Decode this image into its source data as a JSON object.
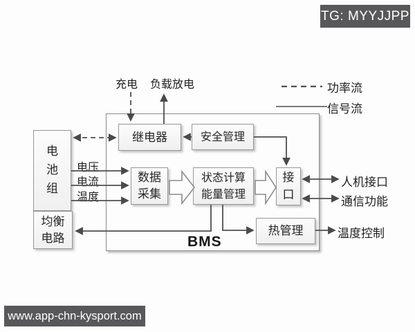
{
  "badge": {
    "text": "TG: MYYJJPP"
  },
  "watermark": {
    "url": "www.app-chn-kysport.com"
  },
  "diagram": {
    "title": "BMS",
    "legend": {
      "power_flow": "功率流",
      "signal_flow": "信号流"
    },
    "external": {
      "charge": "充电",
      "load_discharge": "负载放电",
      "hmi": "人机接口",
      "comm": "通信功能",
      "temp_control": "温度控制"
    },
    "battery": {
      "chars": [
        "电",
        "池",
        "组"
      ]
    },
    "balance": {
      "line1": "均衡",
      "line2": "电路"
    },
    "signals": {
      "voltage": "电压",
      "current": "电流",
      "temperature": "温度"
    },
    "blocks": {
      "relay": "继电器",
      "safety": "安全管理",
      "data_acq_line1": "数据",
      "data_acq_line2": "采集",
      "state_line1": "状态计算",
      "state_line2": "能量管理",
      "interface_char1": "接",
      "interface_char2": "口",
      "thermal": "热管理"
    }
  }
}
